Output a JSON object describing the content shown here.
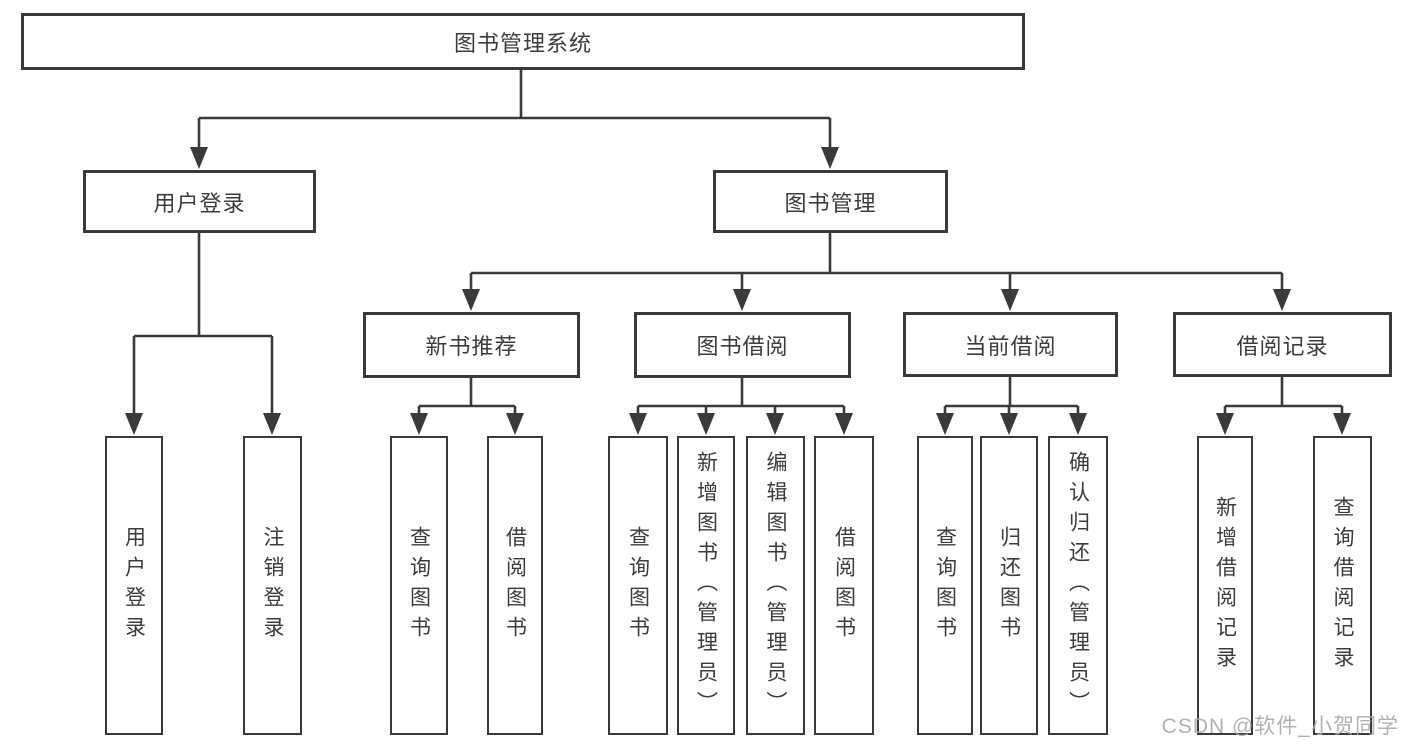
{
  "diagram_title": "图书管理系统",
  "tree": {
    "root": {
      "label": "图书管理系统"
    },
    "branches": [
      {
        "label": "用户登录",
        "children": [
          {
            "label": "用户登录"
          },
          {
            "label": "注销登录"
          }
        ]
      },
      {
        "label": "图书管理",
        "children": [
          {
            "label": "新书推荐",
            "children": [
              {
                "label": "查询图书"
              },
              {
                "label": "借阅图书"
              }
            ]
          },
          {
            "label": "图书借阅",
            "children": [
              {
                "label": "查询图书"
              },
              {
                "label": "新增图书（管理员）"
              },
              {
                "label": "编辑图书（管理员）"
              },
              {
                "label": "借阅图书"
              }
            ]
          },
          {
            "label": "当前借阅",
            "children": [
              {
                "label": "查询图书"
              },
              {
                "label": "归还图书"
              },
              {
                "label": "确认归还（管理员）"
              }
            ]
          },
          {
            "label": "借阅记录",
            "children": [
              {
                "label": "新增借阅记录"
              },
              {
                "label": "查询借阅记录"
              }
            ]
          }
        ]
      }
    ]
  },
  "watermark": "CSDN @软件_小贺同学",
  "colors": {
    "line": "#3a3a3a",
    "box_border": "#3a3a3a",
    "text": "#3c3c3c",
    "watermark": "#a9a9a9",
    "background": "#ffffff"
  }
}
